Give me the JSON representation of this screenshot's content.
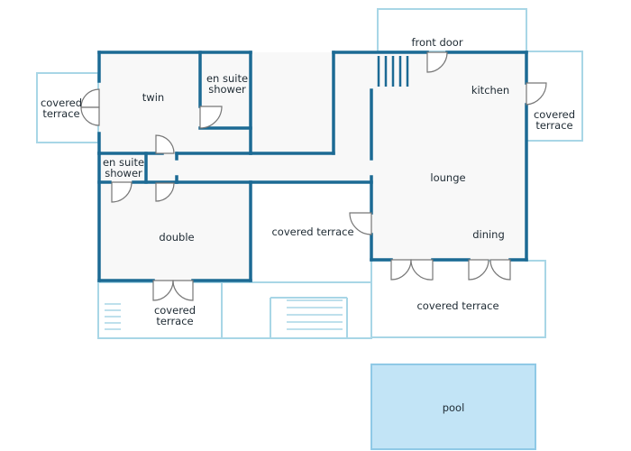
{
  "colors": {
    "wall": "#1c6a94",
    "outline": "#a8d6e6",
    "floor": "#f8f8f8",
    "pool": "#c2e4f6",
    "pool_border": "#8fc9e6",
    "door": "#777777",
    "text": "#1e2a33"
  },
  "labels": {
    "front_door": "front door",
    "kitchen": "kitchen",
    "covered_terrace_east": "covered\nterrace",
    "twin": "twin",
    "ensuite_shower_twin": "en suite\nshower",
    "covered_terrace_west": "covered\nterrace",
    "ensuite_shower_double": "en suite\nshower",
    "lounge": "lounge",
    "covered_terrace_middle": "covered terrace",
    "dining": "dining",
    "double": "double",
    "covered_terrace_south": "covered terrace",
    "covered_terrace_double": "covered\nterrace",
    "pool": "pool"
  }
}
